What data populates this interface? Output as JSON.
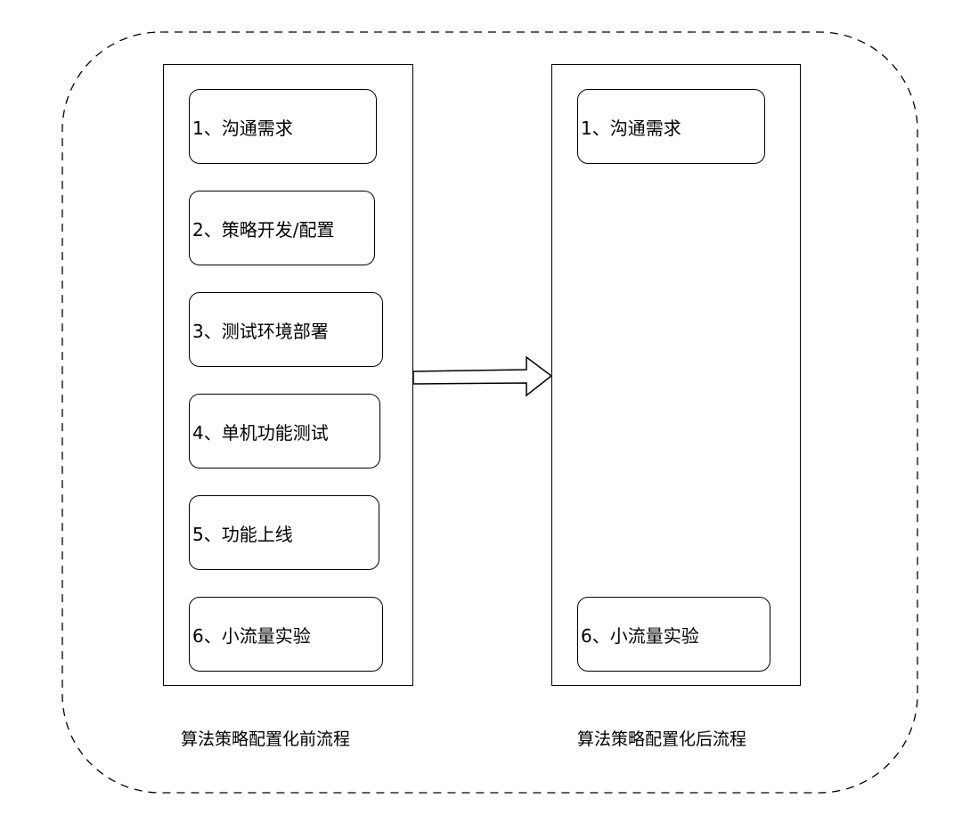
{
  "before": {
    "caption": "算法策略配置化前流程",
    "steps": [
      "1、沟通需求",
      "2、策略开发/配置",
      "3、测试环境部署",
      "4、单机功能测试",
      "5、功能上线",
      "6、小流量实验"
    ]
  },
  "after": {
    "caption": "算法策略配置化后流程",
    "steps": [
      "1、沟通需求",
      "6、小流量实验"
    ]
  },
  "arrow": {
    "icon": "right-arrow-icon"
  }
}
